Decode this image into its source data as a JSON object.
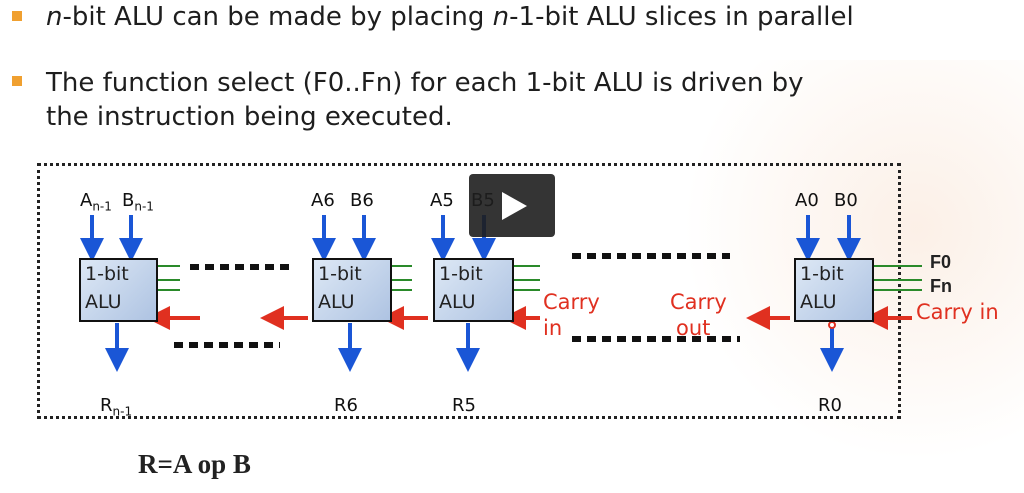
{
  "bullets": [
    {
      "pre": "",
      "italic": "n",
      "post": "-bit ALU can be made by placing ",
      "italic2": "n",
      "post2": "-1-bit ALU slices in parallel"
    },
    {
      "line1": "The function select (F0..Fn) for each 1-bit ALU is driven by",
      "line2": "the instruction being executed."
    }
  ],
  "alus": [
    {
      "in_a": "A",
      "in_a_sub": "n-1",
      "in_b": "B",
      "in_b_sub": "n-1",
      "line1": "1-bit",
      "line2": "ALU",
      "out": "R",
      "out_sub": "n-1"
    },
    {
      "in_a": "A6",
      "in_b": "B6",
      "line1": "1-bit",
      "line2": "ALU",
      "out": "R6"
    },
    {
      "in_a": "A5",
      "in_b": "B5",
      "line1": "1-bit",
      "line2": "ALU",
      "out": "R5"
    },
    {
      "in_a": "A0",
      "in_b": "B0",
      "line1": "1-bit",
      "line2": "ALU",
      "out": "R0"
    }
  ],
  "labels": {
    "carry_in_mid": "Carry",
    "carry_in_mid2": "in",
    "carry_out": "Carry",
    "carry_out2": "out",
    "carry_in_right": "Carry in",
    "f0": "F0",
    "fn": "Fn"
  },
  "formula": "R=A op B",
  "colors": {
    "accent": "#f0a030",
    "arrow_blue": "#1a56d6",
    "arrow_red": "#e03020",
    "alu_fill": "#c5d6ee"
  },
  "icons": {
    "play": "play-icon"
  }
}
